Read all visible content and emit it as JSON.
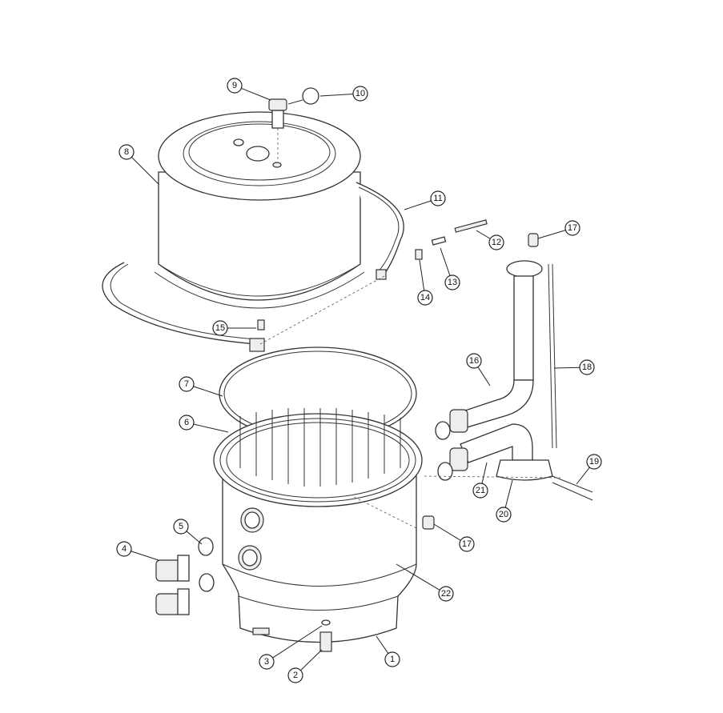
{
  "diagram": {
    "type": "exploded-parts-diagram",
    "callouts": [
      "9",
      "10",
      "8",
      "11",
      "12",
      "17",
      "13",
      "14",
      "15",
      "16",
      "18",
      "7",
      "6",
      "19",
      "21",
      "20",
      "5",
      "17",
      "4",
      "22",
      "1",
      "3",
      "2"
    ]
  }
}
